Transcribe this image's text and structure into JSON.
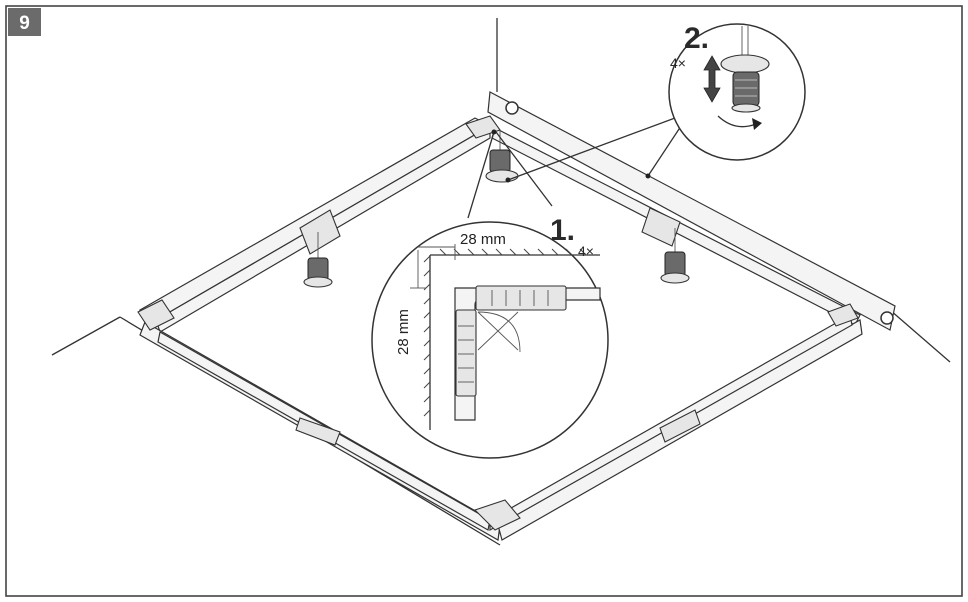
{
  "step_badge": "9",
  "step1": {
    "number": "1.",
    "multiplier": "4×"
  },
  "step2": {
    "number": "2.",
    "multiplier": "4×"
  },
  "dimensions": {
    "horizontal": "28 mm",
    "vertical": "28 mm"
  }
}
